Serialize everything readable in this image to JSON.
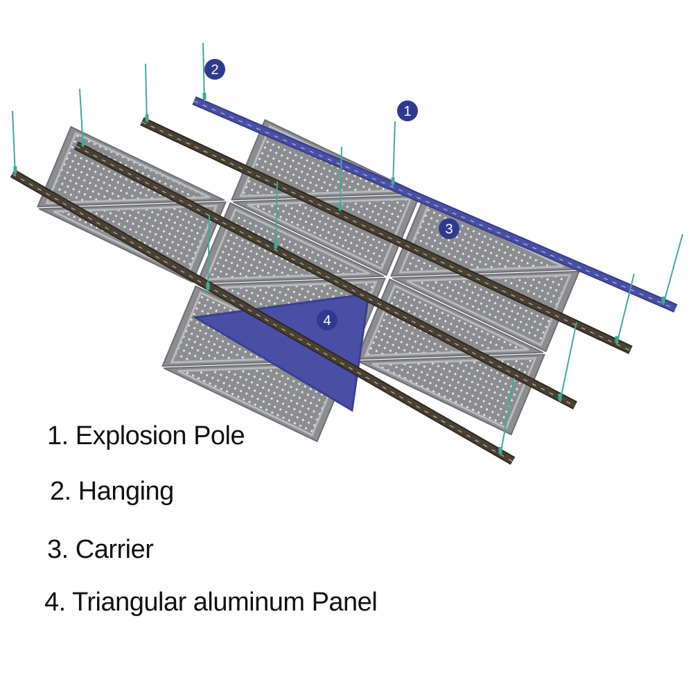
{
  "colors": {
    "panel": "#8c8d90",
    "panel_edge": "#6e6f72",
    "panel_rim": "#b9babc",
    "highlight": "#4a4fa6",
    "badge": "#2f3a8e",
    "rail": "#4a4135",
    "rail_edge": "#2e281f",
    "wire": "#3fa99b"
  },
  "badges": [
    {
      "label": "2",
      "part": "hanging"
    },
    {
      "label": "1",
      "part": "explosion-pole"
    },
    {
      "label": "3",
      "part": "carrier"
    },
    {
      "label": "4",
      "part": "panel"
    }
  ],
  "legend": [
    "1. Explosion Pole",
    "2. Hanging",
    "3. Carrier",
    "4. Triangular aluminum Panel"
  ]
}
